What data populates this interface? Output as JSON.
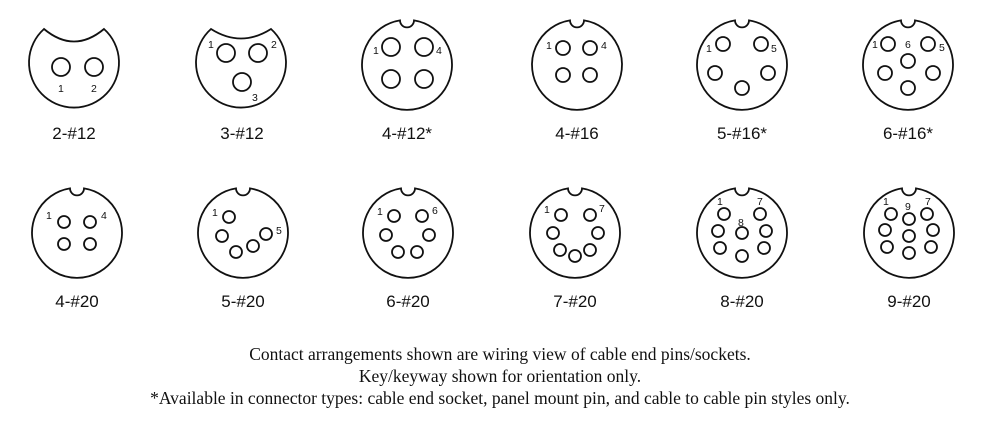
{
  "connectors": [
    {
      "label": "2-#12",
      "numbers": {
        "1": "1",
        "2": "2"
      }
    },
    {
      "label": "3-#12",
      "numbers": {
        "1": "1",
        "2": "2",
        "3": "3"
      }
    },
    {
      "label": "4-#12*",
      "numbers": {
        "1": "1",
        "4": "4"
      }
    },
    {
      "label": "4-#16",
      "numbers": {
        "1": "1",
        "4": "4"
      }
    },
    {
      "label": "5-#16*",
      "numbers": {
        "1": "1",
        "5": "5"
      }
    },
    {
      "label": "6-#16*",
      "numbers": {
        "1": "1",
        "5": "5",
        "6": "6"
      }
    },
    {
      "label": "4-#20",
      "numbers": {
        "1": "1",
        "4": "4"
      }
    },
    {
      "label": "5-#20",
      "numbers": {
        "1": "1",
        "5": "5"
      }
    },
    {
      "label": "6-#20",
      "numbers": {
        "1": "1",
        "6": "6"
      }
    },
    {
      "label": "7-#20",
      "numbers": {
        "1": "1",
        "7": "7"
      }
    },
    {
      "label": "8-#20",
      "numbers": {
        "1": "1",
        "7": "7",
        "8": "8"
      }
    },
    {
      "label": "9-#20",
      "numbers": {
        "1": "1",
        "7": "7",
        "9": "9"
      }
    }
  ],
  "notes": {
    "line1": "Contact arrangements shown are wiring view of cable end pins/sockets.",
    "line2": "Key/keyway shown for orientation only.",
    "line3": "*Available in connector types: cable end socket, panel mount pin, and cable to cable pin styles only."
  }
}
